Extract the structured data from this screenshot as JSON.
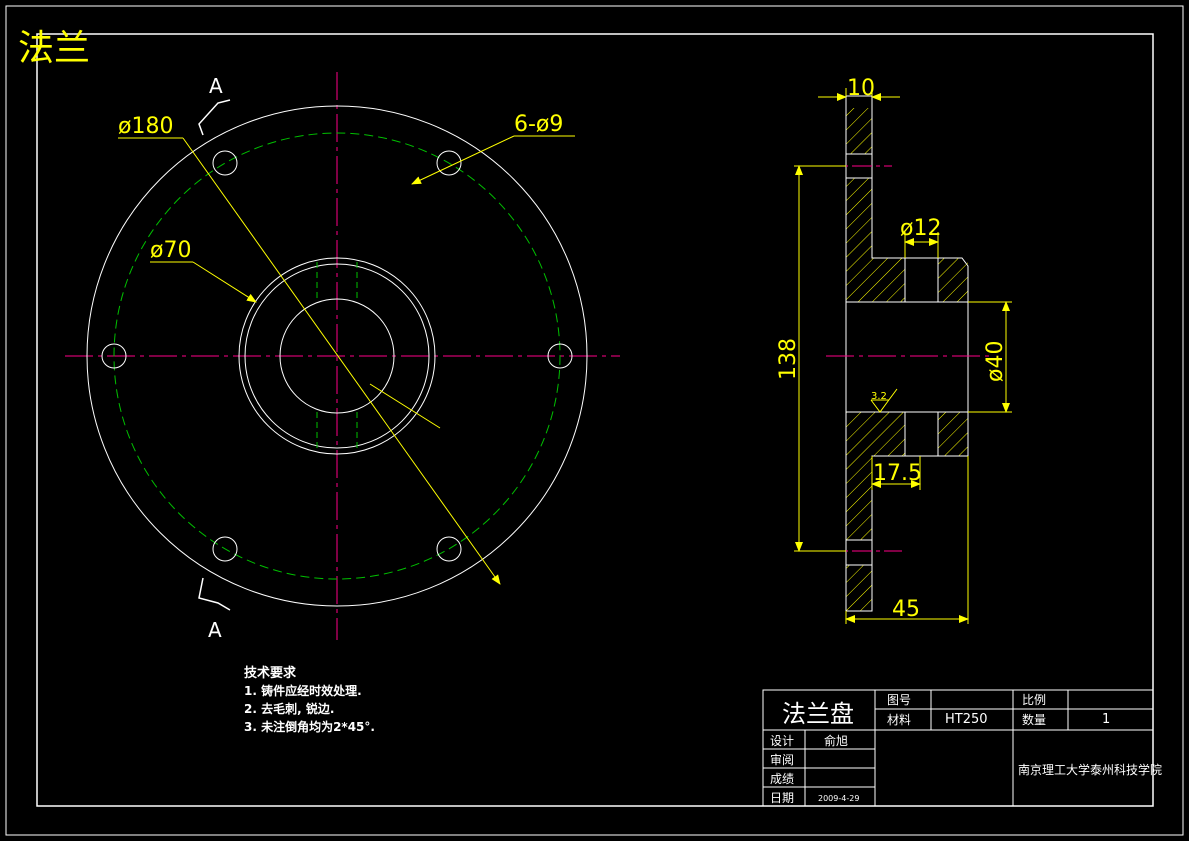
{
  "title": "法兰",
  "front_view": {
    "section_label_top": "A",
    "section_label_bottom": "A",
    "dim_outer_diameter": "ø180",
    "dim_center_diameter": "ø70",
    "dim_holes": "6-ø9"
  },
  "side_view": {
    "dim_flange_thickness": "10",
    "dim_hub_diameter": "ø12",
    "dim_bore_height": "138",
    "dim_bore_diameter": "ø40",
    "dim_hub_offset": "17.5",
    "dim_total_length": "45",
    "roughness_value": "3.2"
  },
  "tech_requirements": {
    "heading": "技术要求",
    "items": [
      "1. 铸件应经时效处理.",
      "2. 去毛刺, 锐边.",
      "3. 未注倒角均为2*45°."
    ]
  },
  "title_block": {
    "part_name": "法兰盘",
    "drawing_no_label": "图号",
    "drawing_no_value": "",
    "material_label": "材料",
    "material_value": "HT250",
    "scale_label": "比例",
    "scale_value": "",
    "quantity_label": "数量",
    "quantity_value": "1",
    "design_label": "设计",
    "designer": "俞旭",
    "review_label": "审阅",
    "grade_label": "成绩",
    "date_label": "日期",
    "date_value": "2009-4-29",
    "institution": "南京理工大学泰州科技学院"
  }
}
